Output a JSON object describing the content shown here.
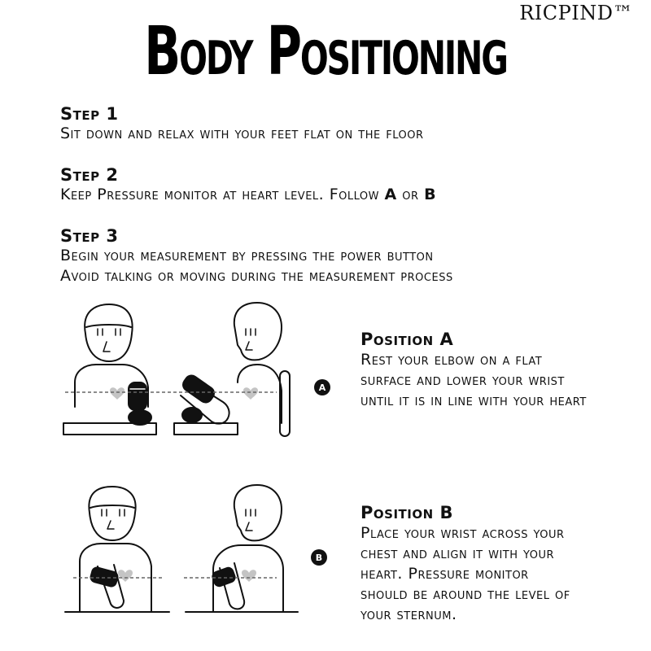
{
  "brand": "RICPIND™",
  "title": "Body Positioning",
  "steps": [
    {
      "title": "Step 1",
      "lines": [
        "Sit down and relax with your feet flat on the floor"
      ]
    },
    {
      "title": "Step 2",
      "line_parts": [
        "Keep Pressure monitor at heart level. Follow ",
        "A",
        " or ",
        "B"
      ]
    },
    {
      "title": "Step 3",
      "lines": [
        "Begin your measurement by pressing the power button",
        "Avoid talking or moving during the measurement process"
      ]
    }
  ],
  "positions": [
    {
      "badge": "A",
      "title": "Position A",
      "lines": [
        "Rest your elbow on a flat",
        "surface and lower your wrist",
        "until it is in line with your heart"
      ]
    },
    {
      "badge": "B",
      "title": "Position B",
      "lines": [
        "Place your wrist across your",
        "chest and align it with your",
        "heart. Pressure monitor",
        "should be around the level of",
        "your sternum."
      ]
    }
  ],
  "colors": {
    "heart": "#c4c4c4",
    "ink": "#111111"
  }
}
